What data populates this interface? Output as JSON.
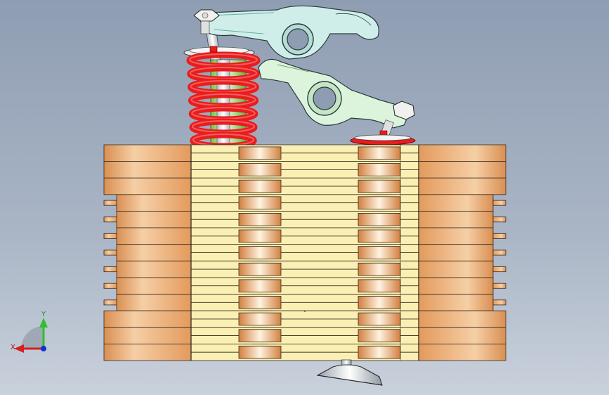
{
  "viewport": {
    "background_top": "#8f9db3",
    "background_bottom": "#c9d1dc"
  },
  "colors": {
    "spring": "#e81d1d",
    "spring_dark": "#a80f0f",
    "valve_stem": "#9be36e",
    "rocker_fill": "#cfeee9",
    "rocker_fill_2": "#dcf3dc",
    "rocker_stroke": "#2b3a3a",
    "plate_copper": "#e9a56c",
    "plate_copper_light": "#f6cfa6",
    "plate_cream": "#fbf0b4",
    "plate_stroke": "#3a2a1a",
    "valve_head": "#e6e8ec"
  },
  "triad": {
    "x_label": "X",
    "y_label": "Y",
    "x_color": "#d81e1e",
    "y_color": "#2ec02e",
    "z_color": "#1030d8",
    "icon": "coordinate-triad-icon"
  },
  "model": {
    "plate_rows": 13,
    "feature_icons": [
      "rocker-arm-icon",
      "valve-spring-icon",
      "valve-icon",
      "cylinder-head-icon"
    ]
  }
}
